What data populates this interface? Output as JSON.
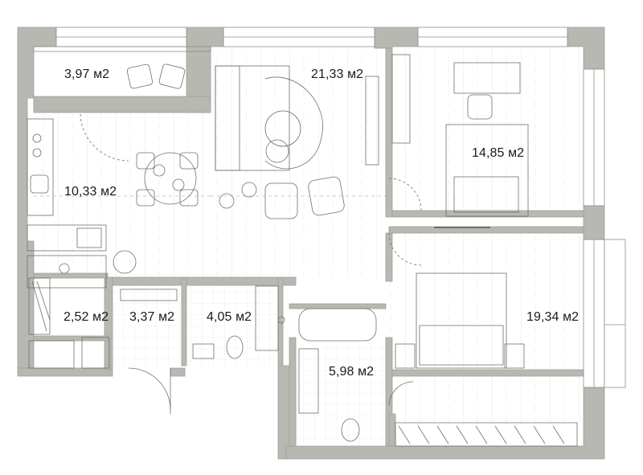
{
  "rooms": [
    {
      "id": "balcony",
      "area": "3,97 м2"
    },
    {
      "id": "living",
      "area": "21,33 м2"
    },
    {
      "id": "bedroom-top",
      "area": "14,85 м2"
    },
    {
      "id": "kitchen",
      "area": "10,33 м2"
    },
    {
      "id": "storage",
      "area": "2,52 м2"
    },
    {
      "id": "hall",
      "area": "3,37 м2"
    },
    {
      "id": "wc",
      "area": "4,05 м2"
    },
    {
      "id": "bathroom",
      "area": "5,98 м2"
    },
    {
      "id": "bedroom-bottom",
      "area": "19,34 м2"
    }
  ],
  "colors": {
    "wall": "#b7b8b2",
    "wall_edge": "#9fa09a",
    "floor_line": "#d9d9d4",
    "tile_line": "#e3e3de",
    "furniture_line": "#6f6f6a",
    "window_line": "#8c8c86"
  }
}
